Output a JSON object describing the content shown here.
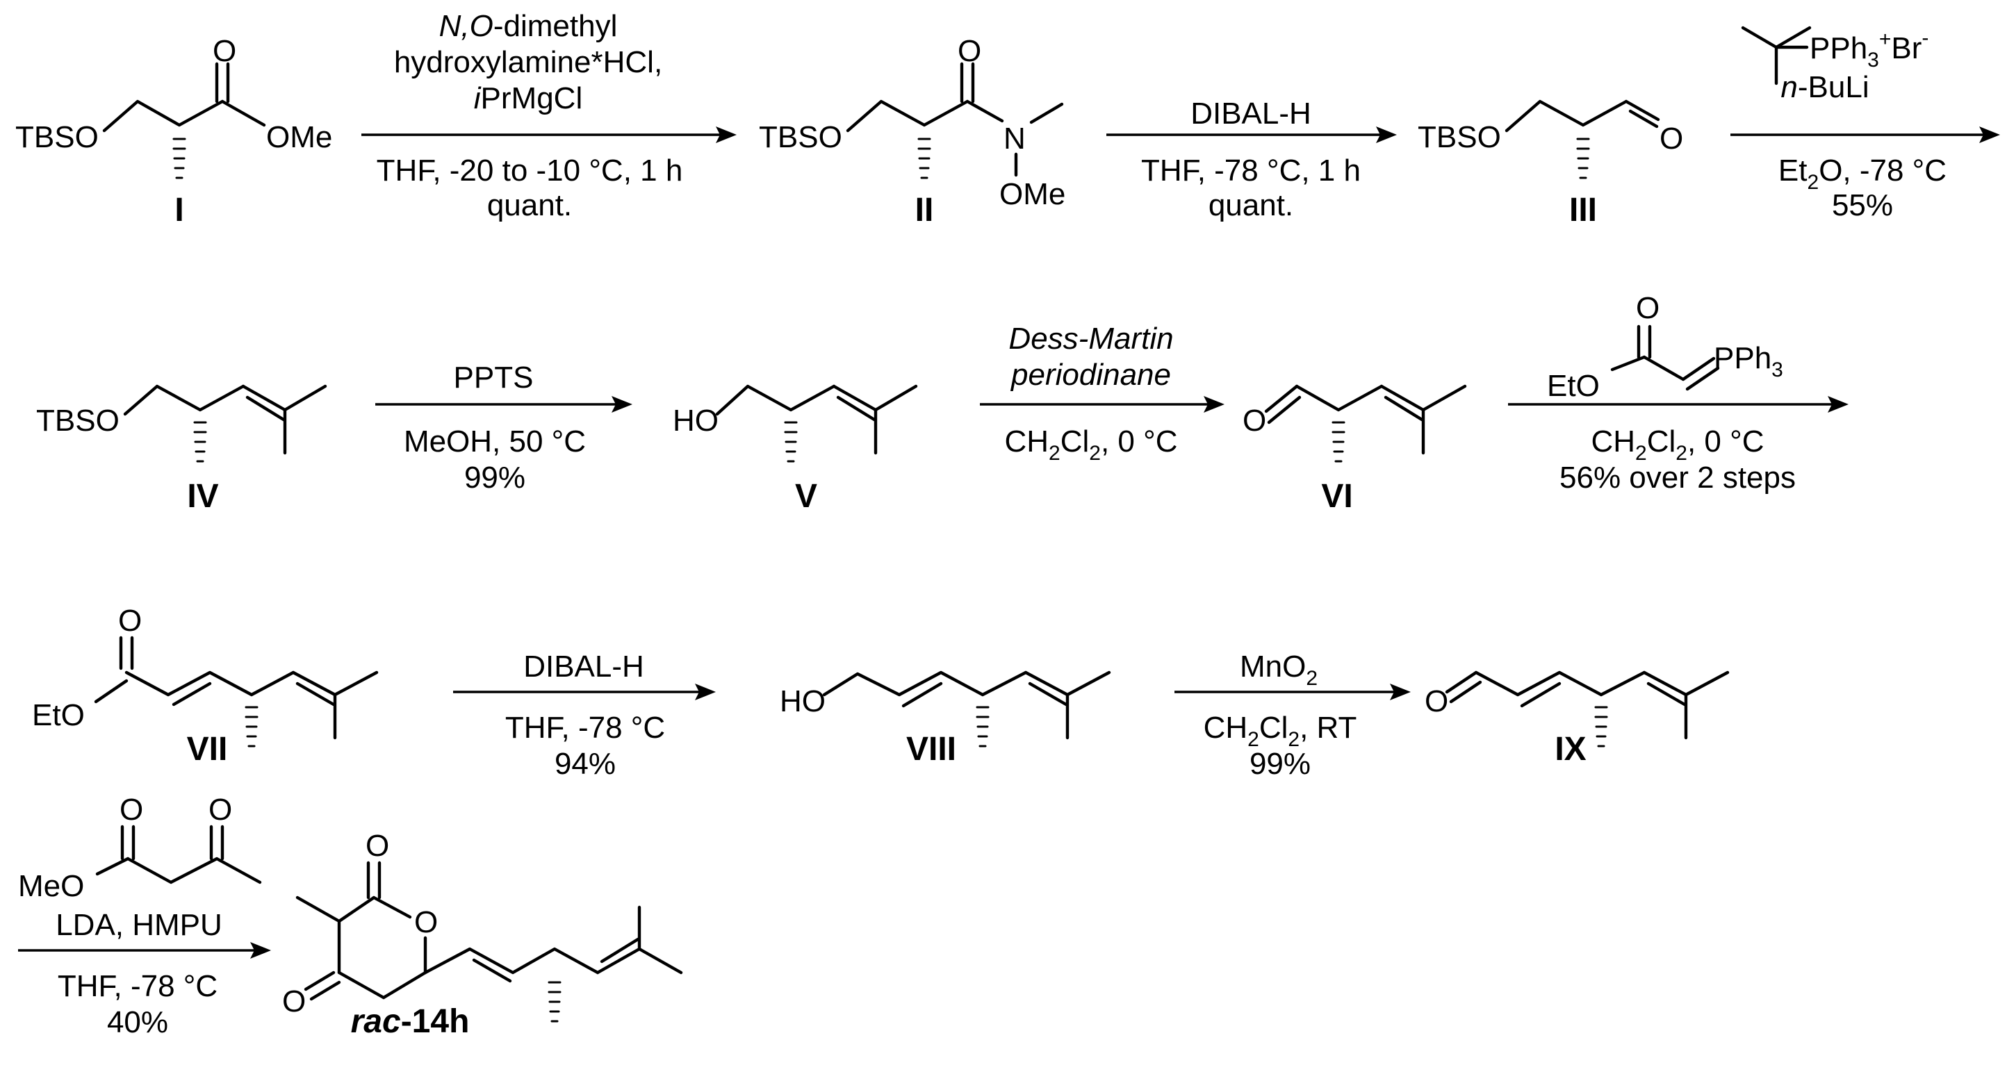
{
  "compounds": {
    "I": {
      "label": "I",
      "tbso": "TBSO",
      "ome": "OMe",
      "o": "O"
    },
    "II": {
      "label": "II",
      "tbso": "TBSO",
      "o": "O",
      "n": "N",
      "ome": "OMe"
    },
    "III": {
      "label": "III",
      "tbso": "TBSO",
      "o": "O"
    },
    "IV": {
      "label": "IV",
      "tbso": "TBSO"
    },
    "V": {
      "label": "V",
      "ho": "HO"
    },
    "VI": {
      "label": "VI",
      "o": "O"
    },
    "VII": {
      "label": "VII",
      "eto": "EtO",
      "o": "O"
    },
    "VIII": {
      "label": "VIII",
      "ho": "HO"
    },
    "IX": {
      "label": "IX",
      "o": "O"
    },
    "P": {
      "label_rac": "rac",
      "label_rest": "-14h",
      "o1": "O",
      "o2": "O",
      "o3": "O"
    }
  },
  "steps": {
    "s1": {
      "line1_it": "N,O",
      "line1_rest": "-dimethyl",
      "line2": "hydroxylamine*HCl,",
      "line3_it": "i",
      "line3_rest": "PrMgCl",
      "below1": "THF, -20 to -10 °C, 1 h",
      "below2": "quant."
    },
    "s2": {
      "above": "DIBAL-H",
      "below1": "THF, -78 °C, 1 h",
      "below2": "quant."
    },
    "s3": {
      "ph3": "PPh",
      "sub3": "3",
      "plus": "+",
      "br": "Br",
      "minus": "-",
      "nbuli_it": "n",
      "nbuli_rest": "-BuLi",
      "below_et": "Et",
      "below_sub": "2",
      "below_rest": "O, -78 °C",
      "below2": "55%"
    },
    "s4": {
      "above": "PPTS",
      "below1": "MeOH, 50 °C",
      "below2": "99%"
    },
    "s5": {
      "above1": "Dess-Martin",
      "above2": "periodinane",
      "below_ch": "CH",
      "below_2a": "2",
      "below_cl": "Cl",
      "below_2b": "2",
      "below_rest": ", 0 °C"
    },
    "s6": {
      "eto": "EtO",
      "o": "O",
      "pph3": "PPh",
      "sub3": "3",
      "below_ch": "CH",
      "below_2a": "2",
      "below_cl": "Cl",
      "below_2b": "2",
      "below_rest": ", 0 °C",
      "below2": "56% over 2 steps"
    },
    "s7": {
      "above": "DIBAL-H",
      "below1": "THF, -78 °C",
      "below2": "94%"
    },
    "s8": {
      "above_mn": "MnO",
      "above_sub": "2",
      "below_ch": "CH",
      "below_2a": "2",
      "below_cl": "Cl",
      "below_2b": "2",
      "below_rest": ", RT",
      "below2": "99%"
    },
    "s9": {
      "meo": "MeO",
      "o1": "O",
      "o2": "O",
      "above": "LDA, HMPU",
      "below1": "THF, -78 °C",
      "below2": "40%"
    }
  }
}
